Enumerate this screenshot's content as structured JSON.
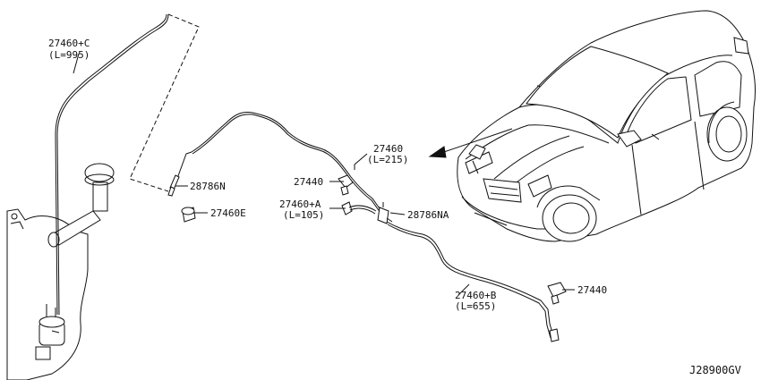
{
  "diagram": {
    "code": "J28900GV",
    "labels": {
      "hose_c": "27460+C",
      "hose_c_len": "(L=995)",
      "check_valve": "28786N",
      "clip": "27460E",
      "nozzle_upper": "27440",
      "hose_a": "27460+A",
      "hose_a_len": "(L=105)",
      "hose_main": "27460",
      "hose_main_len": "(L=215)",
      "joint": "28786NA",
      "hose_b": "27460+B",
      "hose_b_len": "(L=655)",
      "nozzle_lower": "27440"
    }
  }
}
